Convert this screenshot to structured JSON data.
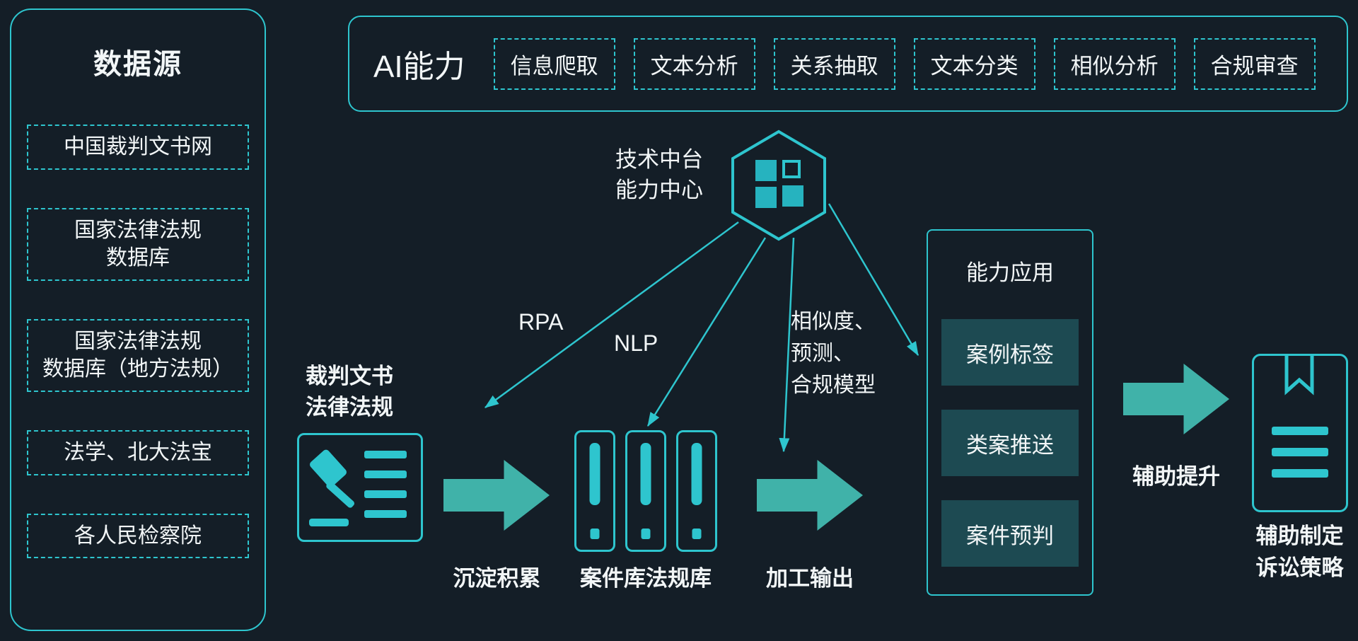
{
  "colors": {
    "background": "#141e27",
    "accent": "#2ec5ce",
    "block_arrow": "#40b2a9",
    "app_box_fill": "#1d4a52",
    "text": "#f2f6f7"
  },
  "data_sources": {
    "title": "数据源",
    "items": [
      "中国裁判文书网",
      "国家法律法规\n数据库",
      "国家法律法规\n数据库（地方法规）",
      "法学、北大法宝",
      "各人民检察院"
    ]
  },
  "ai_capabilities": {
    "title": "AI能力",
    "chips": [
      "信息爬取",
      "文本分析",
      "关系抽取",
      "文本分类",
      "相似分析",
      "合规审查"
    ]
  },
  "platform": {
    "label": "技术中台\n能力中心"
  },
  "connectors": {
    "rpa": "RPA",
    "nlp": "NLP",
    "model": "相似度、\n预测、\n合规模型"
  },
  "flow": {
    "source_label": "裁判文书\n法律法规",
    "step1_caption": "沉淀积累",
    "step2_caption": "案件库法规库",
    "step3_caption": "加工输出",
    "assist_caption": "辅助提升",
    "final_caption": "辅助制定\n诉讼策略"
  },
  "applications": {
    "title": "能力应用",
    "items": [
      "案例标签",
      "类案推送",
      "案件预判"
    ]
  },
  "icons": [
    "hexagon-grid-icon",
    "gavel-document-icon",
    "library-books-icon",
    "bookmark-document-icon"
  ]
}
